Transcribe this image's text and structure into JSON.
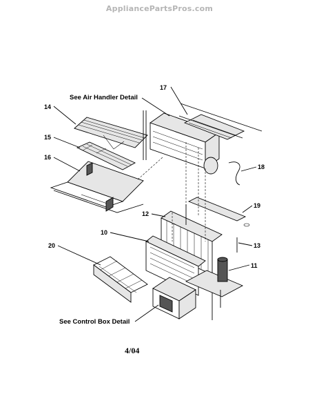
{
  "watermark": "AppliancePartsPros.com",
  "callouts": {
    "air_handler_detail": "See Air Handler Detail",
    "control_box_detail": "See Control Box Detail",
    "p10": "10",
    "p11": "11",
    "p12": "12",
    "p13": "13",
    "p14": "14",
    "p15": "15",
    "p16": "16",
    "p17": "17",
    "p18": "18",
    "p19": "19",
    "p20": "20"
  },
  "revision_date": "4/04"
}
